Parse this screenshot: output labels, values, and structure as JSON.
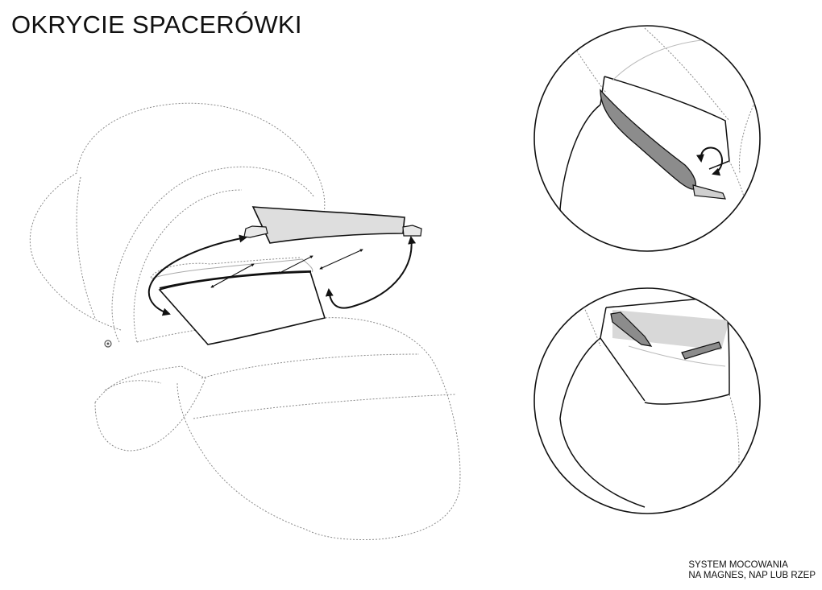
{
  "title": "OKRYCIE SPACERÓWKI",
  "caption": {
    "line1": "SYSTEM MOCOWANIA",
    "line2": "NA MAGNES, NAP LUB RZEP"
  },
  "colors": {
    "outline": "#8a8a8a",
    "stroke_dark": "#111111",
    "flap_fill": "#dedede",
    "strap_fill": "#8c8c8c"
  }
}
